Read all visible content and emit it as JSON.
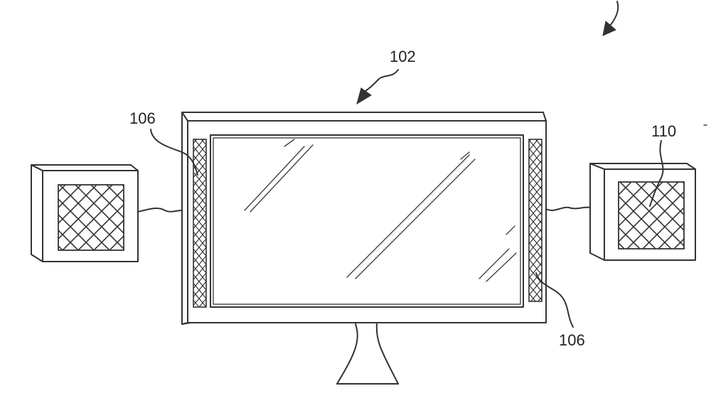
{
  "figure": {
    "labels": {
      "display": "102",
      "side_panel_left": "106",
      "side_panel_right": "106",
      "speaker_right": "110"
    }
  },
  "colors": {
    "ink": "#333333",
    "background": "#ffffff",
    "panel_fill": "#ffffff"
  }
}
